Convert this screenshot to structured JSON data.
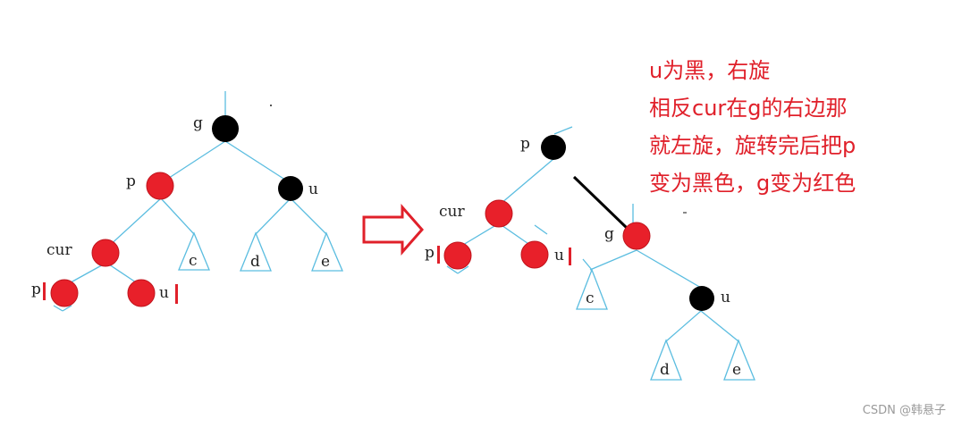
{
  "left_tree": {
    "nodes": {
      "g": {
        "label": "g",
        "color": "black"
      },
      "p": {
        "label": "p",
        "color": "red"
      },
      "u": {
        "label": "u",
        "color": "black"
      },
      "cur": {
        "label": "cur",
        "color": "red"
      },
      "p_child": {
        "label": "p",
        "color": "red"
      },
      "u_child": {
        "label": "u",
        "color": "red"
      }
    },
    "leaves": {
      "c": "c",
      "d": "d",
      "e": "e"
    }
  },
  "right_tree": {
    "nodes": {
      "p": {
        "label": "p",
        "color": "black"
      },
      "cur": {
        "label": "cur",
        "color": "red"
      },
      "p_child": {
        "label": "p",
        "color": "red"
      },
      "u_child": {
        "label": "u",
        "color": "red"
      },
      "g": {
        "label": "g",
        "color": "red"
      },
      "u": {
        "label": "u",
        "color": "black"
      }
    },
    "leaves": {
      "c": "c",
      "d": "d",
      "e": "e"
    }
  },
  "note": {
    "line1": "u为黑，右旋",
    "line2": "相反cur在g的右边那",
    "line3": "就左旋，旋转完后把p",
    "line4": "变为黑色，g变为红色"
  },
  "watermark": "CSDN @韩悬子",
  "colors": {
    "red_node": "#e8202a",
    "black_node": "#000000",
    "edge": "#5bbde0",
    "arrow": "#e0202a",
    "note_text": "#e0202a"
  }
}
